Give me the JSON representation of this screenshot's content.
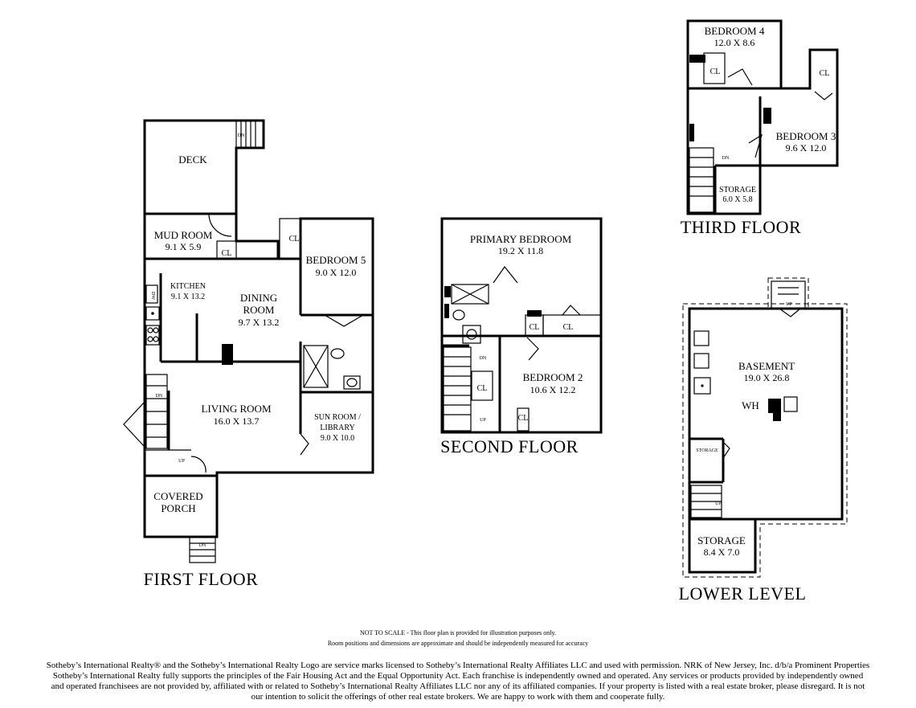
{
  "floors": {
    "first": "FIRST FLOOR",
    "second": "SECOND FLOOR",
    "third": "THIRD FLOOR",
    "lower": "LOWER LEVEL"
  },
  "rooms": {
    "deck": {
      "name": "DECK"
    },
    "mud_room": {
      "name": "MUD ROOM",
      "dim": "9.1 X 5.9"
    },
    "kitchen": {
      "name": "KITCHEN",
      "dim": "9.1 X 13.2"
    },
    "dining_room": {
      "name1": "DINING",
      "name2": "ROOM",
      "dim": "9.7 X 13.2"
    },
    "bedroom5": {
      "name": "BEDROOM 5",
      "dim": "9.0 X 12.0"
    },
    "living_room": {
      "name": "LIVING ROOM",
      "dim": "16.0 X 13.7"
    },
    "sun_room": {
      "name1": "SUN ROOM /",
      "name2": "LIBRARY",
      "dim": "9.0 X 10.0"
    },
    "covered_porch": {
      "name1": "COVERED",
      "name2": "PORCH"
    },
    "primary_bedroom": {
      "name": "PRIMARY BEDROOM",
      "dim": "19.2 X 11.8"
    },
    "bedroom2": {
      "name": "BEDROOM 2",
      "dim": "10.6 X 12.2"
    },
    "bedroom4": {
      "name": "BEDROOM 4",
      "dim": "12.0 X 8.6"
    },
    "bedroom3": {
      "name": "BEDROOM 3",
      "dim": "9.6 X 12.0"
    },
    "storage3": {
      "name": "STORAGE",
      "dim": "6.0 X 5.8"
    },
    "basement": {
      "name": "BASEMENT",
      "dim": "19.0 X 26.8"
    },
    "storage_lower": {
      "name": "STORAGE",
      "dim": "8.4 X 7.0"
    },
    "storage_small": {
      "name": "STORAGE"
    }
  },
  "labels": {
    "cl": "CL",
    "dw": "DW",
    "wh": "WH",
    "dn": "DN",
    "up": "UP"
  },
  "notes": {
    "line1": "NOT TO SCALE - This floor plan is provided for illustration purposes only.",
    "line2": "Room positions and dimensions are approximate and should be independently measured for accuracy",
    "legal1": "Sotheby’s International Realty® and the Sotheby’s International Realty Logo are service marks licensed to Sotheby’s International Realty Affiliates LLC and used with permission. NRK of New Jersey, Inc. d/b/a Prominent Properties",
    "legal2": "Sotheby’s International Realty fully supports the principles of the Fair Housing Act and the Equal Opportunity Act. Each franchise is independently owned and operated. Any services or products provided by independently owned",
    "legal3": "and operated franchisees are not provided by, affiliated with or related to Sotheby’s International Realty Affiliates LLC nor any of its affiliated companies. If your property is listed with a real estate broker, please disregard. It is not",
    "legal4": "our intention to solicit the offerings of other real estate brokers. We are happy to work with them and cooperate fully."
  }
}
